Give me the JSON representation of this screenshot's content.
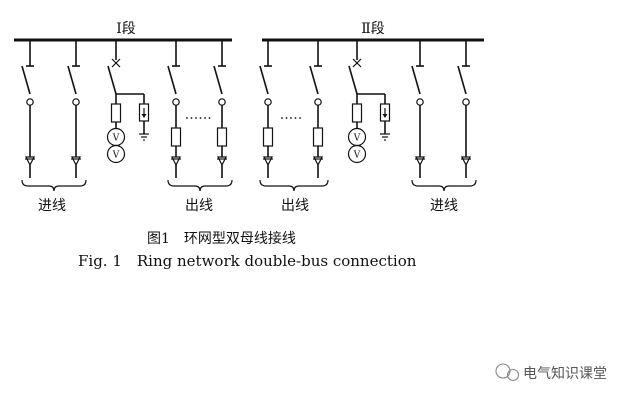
{
  "sections": {
    "left_label": "Ⅰ段",
    "right_label": "Ⅱ段"
  },
  "groups": {
    "incoming_left": "进线",
    "outgoing_left": "出线",
    "outgoing_right": "出线",
    "incoming_right": "进线"
  },
  "pt_symbol": "V",
  "caption": {
    "cn": "图1　环网型双母线接线",
    "en": "Fig. 1　Ring network double-bus connection"
  },
  "watermark": "电气知识课堂",
  "colors": {
    "ink": "#111111",
    "background": "#ffffff",
    "watermark": "#888888"
  }
}
